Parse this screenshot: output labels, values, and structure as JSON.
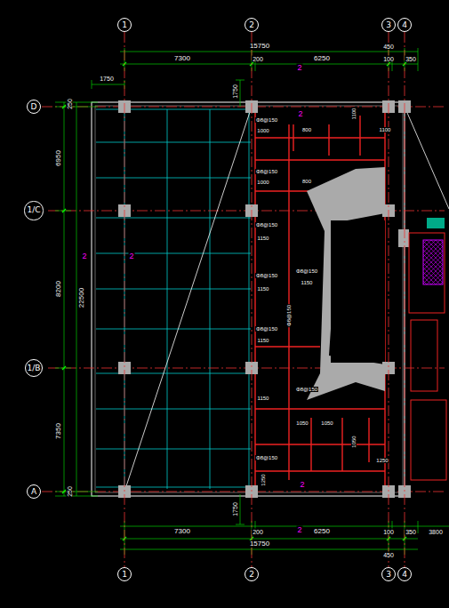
{
  "diagram": {
    "nodes": [
      {
        "text": [
          "1"
        ]
      },
      {
        "text": [
          "2"
        ]
      },
      {
        "text": [
          "3"
        ]
      },
      {
        "text": [
          "4"
        ]
      },
      {
        "text": [
          "D"
        ]
      },
      {
        "text": [
          "1/C"
        ]
      },
      {
        "text": [
          "1/B"
        ]
      },
      {
        "text": [
          "A"
        ]
      },
      {
        "text": [
          "1"
        ]
      },
      {
        "text": [
          "2"
        ]
      },
      {
        "text": [
          "3"
        ]
      },
      {
        "text": [
          "4"
        ]
      }
    ],
    "edges": [
      {
        "from": 0,
        "to": 8,
        "arrow": "none"
      },
      {
        "from": 1,
        "to": 9,
        "arrow": "none"
      },
      {
        "from": 2,
        "to": 10,
        "arrow": "none"
      },
      {
        "from": 3,
        "to": 11,
        "arrow": "none"
      }
    ],
    "labels": [
      "7300",
      "200",
      "6250",
      "100",
      "350",
      "15750",
      "450",
      "1750",
      "1750",
      "250",
      "6950",
      "8200",
      "7350",
      "22500",
      "250",
      "1750",
      "7300",
      "200",
      "6250",
      "100",
      "350",
      "3800",
      "15750",
      "450",
      "2",
      "2",
      "2",
      "2",
      "2",
      "2",
      "Φ8@150",
      "1000",
      "800",
      "1100",
      "1100",
      "Φ8@150",
      "1000",
      "800",
      "Φ8@150",
      "1150",
      "Φ8@150",
      "1150",
      "Φ8@150",
      "1150",
      "Φ8@150",
      "1150",
      "1150",
      "Φ8@150",
      "1050",
      "1050",
      "1250",
      "Φ8@150",
      "1250",
      "1050",
      "Φ8@150"
    ]
  }
}
